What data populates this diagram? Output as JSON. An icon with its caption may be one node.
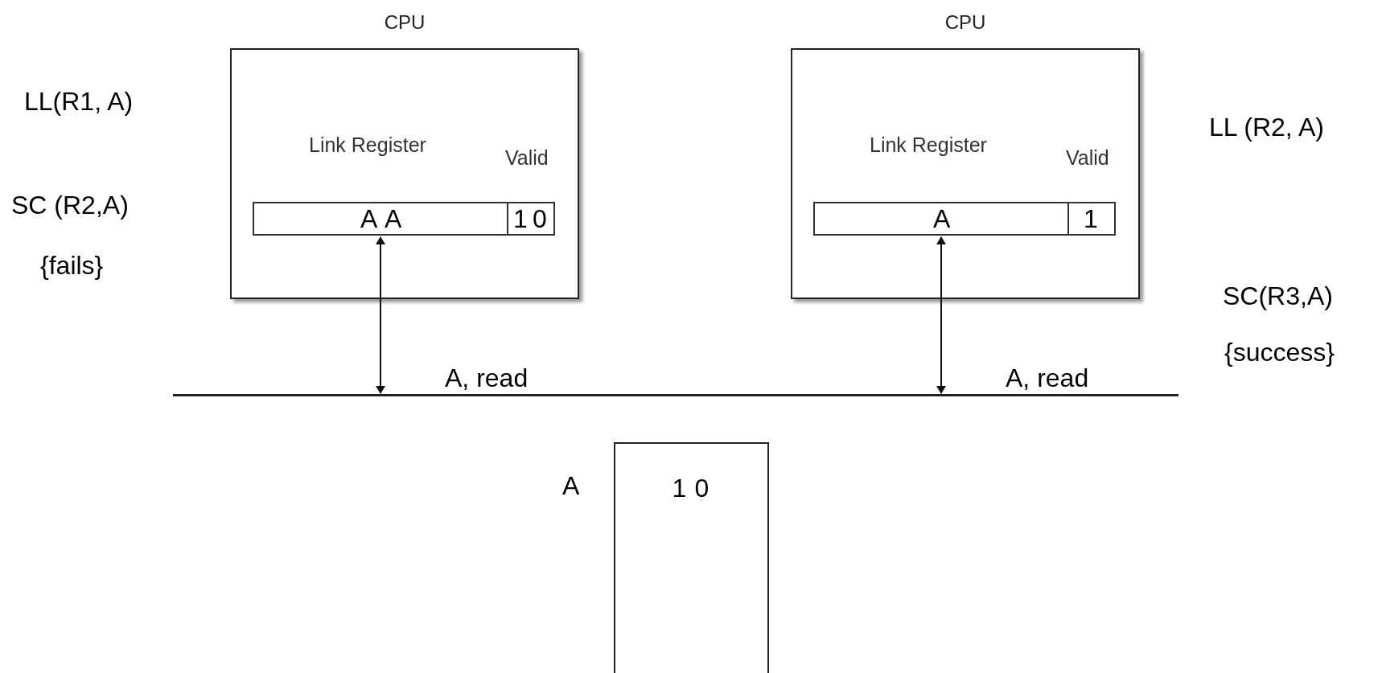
{
  "diagram": {
    "nodes": [
      {
        "text": [
          "CPU",
          "Link Register",
          "Valid"
        ]
      },
      {
        "text": [
          "A",
          "A"
        ],
        "in": 0
      },
      {
        "text": [
          "1",
          "0"
        ],
        "in": 0
      },
      {
        "text": [
          "CPU",
          "Link Register",
          "Valid"
        ]
      },
      {
        "text": [
          "A"
        ],
        "in": 3
      },
      {
        "text": [
          "1"
        ],
        "in": 3
      },
      {
        "text": [],
        "shape": "bar"
      },
      {
        "text": [
          "1",
          "0"
        ],
        "beside": [
          "A"
        ]
      }
    ],
    "edges": [
      {
        "from": 1,
        "to": 6,
        "arrow": "both",
        "label": "A, read"
      },
      {
        "from": 4,
        "to": 6,
        "arrow": "both",
        "label": "A, read"
      }
    ],
    "labels": [
      "LL(R1, A)",
      "SC (R2,A)",
      "{fails}",
      "LL (R2, A)",
      "SC(R3,A)",
      "{success}"
    ]
  }
}
